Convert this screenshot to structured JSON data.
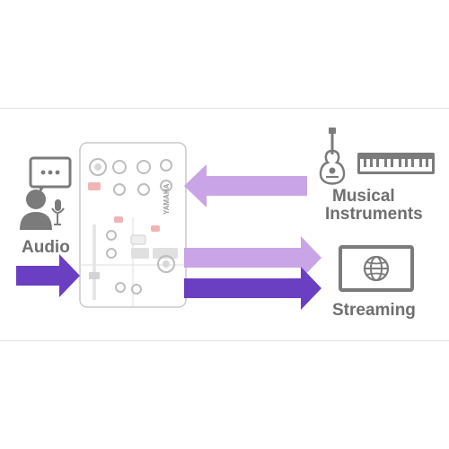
{
  "labels": {
    "audio": "Audio",
    "instruments_line1": "Musical",
    "instruments_line2": "Instruments",
    "streaming": "Streaming"
  },
  "device": {
    "brand": "YAMAHA"
  },
  "chat_bubble": "...",
  "colors": {
    "arrow_light": "#c9a4e6",
    "arrow_dark": "#6a3fc2",
    "icon_gray": "#7b7b7b",
    "text_gray": "#6f6f6f"
  }
}
